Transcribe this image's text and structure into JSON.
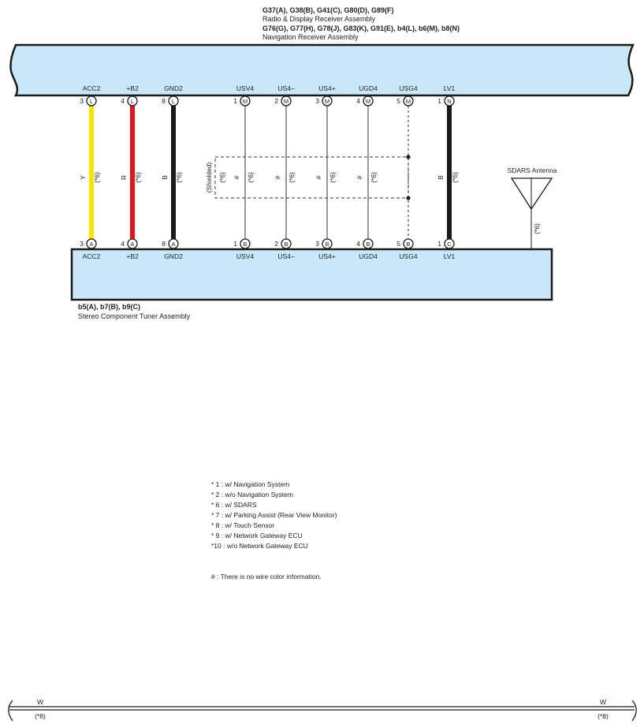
{
  "top_assembly": {
    "line1": "G37(A), G38(B), G41(C), G80(D), G89(F)",
    "line2": "Radio & Display Receiver Assembly",
    "line3": "G76(G), G77(H), G78(J), G83(K), G91(E), b4(L), b6(M), b8(N)",
    "line4": "Navigation Receiver Assembly"
  },
  "bottom_assembly": {
    "line1": "b5(A), b7(B), b9(C)",
    "line2": "Stereo Component Tuner Assembly"
  },
  "wires": [
    {
      "signal": "ACC2",
      "top_pin": "3",
      "top_conn": "L",
      "bot_pin": "3",
      "bot_conn": "A",
      "color_code": "Y",
      "note": "(*6)",
      "color": "#ffe100",
      "style": "thick"
    },
    {
      "signal": "+B2",
      "top_pin": "4",
      "top_conn": "L",
      "bot_pin": "4",
      "bot_conn": "A",
      "color_code": "R",
      "note": "(*6)",
      "color": "#e8141b",
      "style": "thick"
    },
    {
      "signal": "GND2",
      "top_pin": "8",
      "top_conn": "L",
      "bot_pin": "8",
      "bot_conn": "A",
      "color_code": "B",
      "note": "(*6)",
      "color": "#1a1a1a",
      "style": "thick"
    },
    {
      "signal": "USV4",
      "top_pin": "1",
      "top_conn": "M",
      "bot_pin": "1",
      "bot_conn": "B",
      "color_code": "#",
      "note": "(*6)",
      "color": "#333333",
      "style": "thin"
    },
    {
      "signal": "US4–",
      "top_pin": "2",
      "top_conn": "M",
      "bot_pin": "2",
      "bot_conn": "B",
      "color_code": "#",
      "note": "(*6)",
      "color": "#333333",
      "style": "thin"
    },
    {
      "signal": "US4+",
      "top_pin": "3",
      "top_conn": "M",
      "bot_pin": "3",
      "bot_conn": "B",
      "color_code": "#",
      "note": "(*6)",
      "color": "#333333",
      "style": "thin"
    },
    {
      "signal": "UGD4",
      "top_pin": "4",
      "top_conn": "M",
      "bot_pin": "4",
      "bot_conn": "B",
      "color_code": "#",
      "note": "(*6)",
      "color": "#333333",
      "style": "thin"
    },
    {
      "signal": "USG4",
      "top_pin": "5",
      "top_conn": "M",
      "bot_pin": "5",
      "bot_conn": "B",
      "color_code": "",
      "note": "",
      "color": "#333333",
      "style": "dashed"
    },
    {
      "signal": "LV1",
      "top_pin": "1",
      "top_conn": "N",
      "bot_pin": "1",
      "bot_conn": "C",
      "color_code": "B",
      "note": "(*6)",
      "color": "#1a1a1a",
      "style": "thick"
    }
  ],
  "shield": {
    "label": "(Shielded)",
    "note": "(*6)"
  },
  "antenna": {
    "label": "SDARS Antenna",
    "note": "(*6)"
  },
  "legend": [
    "* 1 : w/ Navigation System",
    "* 2 : w/o Navigation System",
    "* 6 : w/ SDARS",
    "* 7 : w/ Parking Assist (Rear View Monitor)",
    "* 8 : w/ Touch Sensor",
    "* 9 : w/ Network Gateway ECU",
    "*10 : w/o Network Gateway ECU"
  ],
  "hash_note": "# : There is no wire color information.",
  "bottom_wire": {
    "left_label": "W",
    "left_note": "(*8)",
    "right_label": "W",
    "right_note": "(*8)"
  },
  "colors": {
    "box_fill": "#c8e8fa",
    "stroke": "#1a1a1a"
  }
}
